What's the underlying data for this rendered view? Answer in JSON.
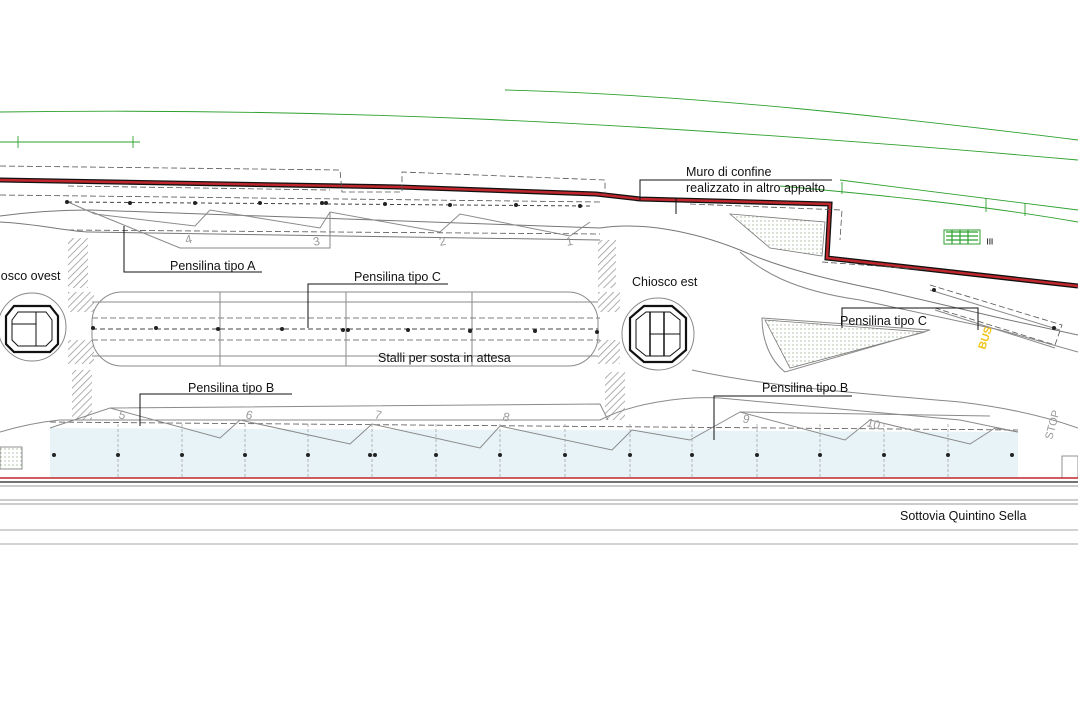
{
  "labels": {
    "muro_line1": "Muro di confine",
    "muro_line2": "realizzato in altro appalto",
    "pensilina_a": "Pensilina tipo A",
    "pensilina_c_center": "Pensilina tipo C",
    "pensilina_c_right": "Pensilina tipo C",
    "pensilina_b_left": "Pensilina tipo B",
    "pensilina_b_right": "Pensilina tipo B",
    "chiosco_ovest": "iosco ovest",
    "chiosco_est": "Chiosco est",
    "stalli": "Stalli per sosta in attesa",
    "sottovia": "Sottovia Quintino Sella",
    "bus_mark": "BUS",
    "stop_mark": "STOP"
  },
  "bays_top": [
    "4",
    "3",
    "2",
    "1"
  ],
  "bays_bottom": [
    "5",
    "6",
    "7",
    "8",
    "9",
    "10"
  ],
  "colors": {
    "boundary_wall": "#c0272d",
    "vegetation": "#2ea02e",
    "platform_fill": "#e8f3f7",
    "bus_marking": "#f0c419"
  }
}
